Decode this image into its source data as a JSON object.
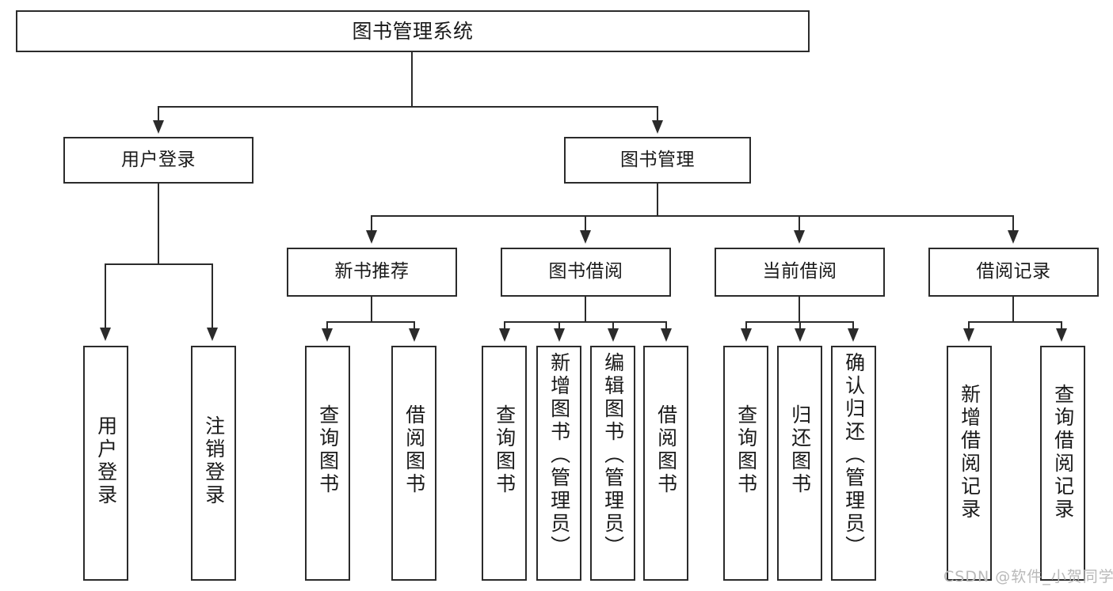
{
  "diagram": {
    "title": "图书管理系统",
    "type": "hierarchy-tree",
    "root": {
      "label": "图书管理系统"
    },
    "level2": [
      {
        "id": "user-login",
        "label": "用户登录"
      },
      {
        "id": "book-manage",
        "label": "图书管理"
      }
    ],
    "level3": [
      {
        "id": "new-book-recommend",
        "label": "新书推荐"
      },
      {
        "id": "book-borrow",
        "label": "图书借阅"
      },
      {
        "id": "current-borrow",
        "label": "当前借阅"
      },
      {
        "id": "borrow-record",
        "label": "借阅记录"
      }
    ],
    "leaves": {
      "user_login": [
        {
          "id": "leaf-user-login",
          "label": "用户登录"
        },
        {
          "id": "leaf-logout-login",
          "label": "注销登录"
        }
      ],
      "new_book_recommend": [
        {
          "id": "leaf-query-book-1",
          "label": "查询图书"
        },
        {
          "id": "leaf-borrow-book-1",
          "label": "借阅图书"
        }
      ],
      "book_borrow": [
        {
          "id": "leaf-query-book-2",
          "label": "查询图书"
        },
        {
          "id": "leaf-add-book",
          "label": "新增图书（管理员）"
        },
        {
          "id": "leaf-edit-book",
          "label": "编辑图书（管理员）"
        },
        {
          "id": "leaf-borrow-book-2",
          "label": "借阅图书"
        }
      ],
      "current_borrow": [
        {
          "id": "leaf-query-book-3",
          "label": "查询图书"
        },
        {
          "id": "leaf-return-book",
          "label": "归还图书"
        },
        {
          "id": "leaf-confirm-return",
          "label": "确认归还（管理员）"
        }
      ],
      "borrow_record": [
        {
          "id": "leaf-add-borrow-record",
          "label": "新增借阅记录"
        },
        {
          "id": "leaf-query-borrow-record",
          "label": "查询借阅记录"
        }
      ]
    }
  },
  "watermark": {
    "text": "CSDN @软件_小贺同学"
  },
  "colors": {
    "stroke": "#2b2b2b",
    "background": "#ffffff",
    "text": "#1a1a1a",
    "watermark": "#b9b9b9"
  }
}
